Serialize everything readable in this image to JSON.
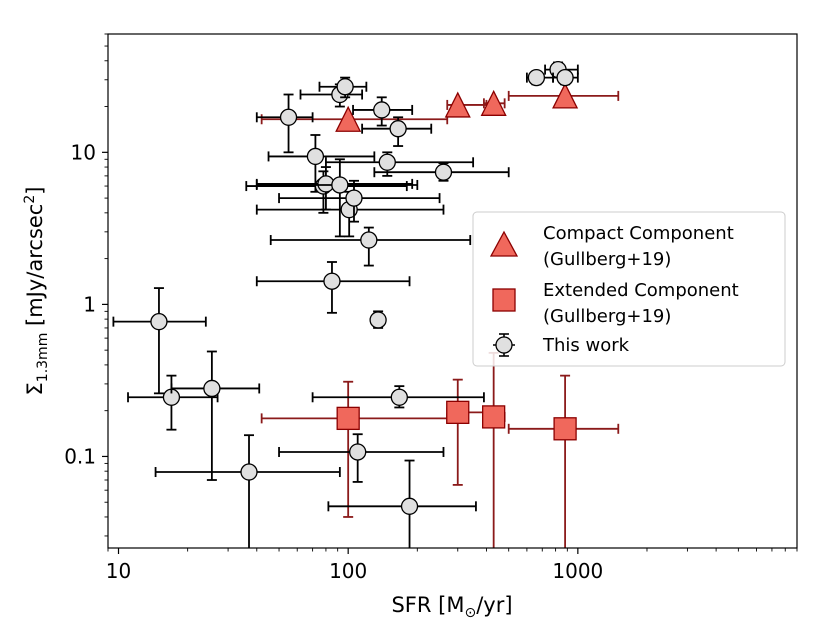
{
  "chart_data": {
    "type": "scatter",
    "xlabel": {
      "main": "SFR [M",
      "sub": "⊙",
      "tail": "/yr]"
    },
    "ylabel": {
      "main": "Σ",
      "sub": "1.3mm",
      "mid": " [mJy/arcsec",
      "sup": "2",
      "tail": "]"
    },
    "x_scale": "log",
    "y_scale": "log",
    "xlim": [
      9,
      9000
    ],
    "ylim": [
      0.025,
      60
    ],
    "x_ticks": [
      {
        "value": 10,
        "label": "10"
      },
      {
        "value": 100,
        "label": "100"
      },
      {
        "value": 1000,
        "label": "1000"
      }
    ],
    "y_ticks": [
      {
        "value": 0.1,
        "label": "0.1"
      },
      {
        "value": 1,
        "label": "1"
      },
      {
        "value": 10,
        "label": "10"
      }
    ],
    "grid": false,
    "legend_position": "right",
    "legend": [
      {
        "label_line1": "Compact Component",
        "label_line2": "(Gullberg+19)",
        "marker": "triangle"
      },
      {
        "label_line1": "Extended Component",
        "label_line2": "(Gullberg+19)",
        "marker": "square"
      },
      {
        "label_line1": "This work",
        "label_line2": "",
        "marker": "circle"
      }
    ],
    "series": [
      {
        "name": "Compact Component (Gullberg+19)",
        "marker": "triangle",
        "face_color": "#f0685c",
        "edge_color": "#8b0000",
        "err_color": "#8b1a1a",
        "points": [
          {
            "x": 100,
            "y": 16.5,
            "xerr": [
              42,
              270
            ],
            "yerr": [
              16.5,
              16.5
            ]
          },
          {
            "x": 300,
            "y": 20.5,
            "xerr": [
              270,
              400
            ],
            "yerr": [
              20.5,
              20.5
            ]
          },
          {
            "x": 430,
            "y": 21,
            "xerr": [
              390,
              480
            ],
            "yerr": [
              21,
              21
            ]
          },
          {
            "x": 880,
            "y": 23.5,
            "xerr": [
              500,
              1500
            ],
            "yerr": [
              23.5,
              23.5
            ]
          }
        ]
      },
      {
        "name": "Extended Component (Gullberg+19)",
        "marker": "square",
        "face_color": "#f0685c",
        "edge_color": "#8b0000",
        "err_color": "#8b1a1a",
        "points": [
          {
            "x": 100,
            "y": 0.178,
            "xerr": [
              42,
              270
            ],
            "yerr": [
              0.04,
              0.31
            ]
          },
          {
            "x": 300,
            "y": 0.195,
            "xerr": [
              270,
              400
            ],
            "yerr": [
              0.065,
              0.32
            ]
          },
          {
            "x": 430,
            "y": 0.182,
            "xerr": [
              390,
              480
            ],
            "yerr": [
              0.02,
              0.48
            ]
          },
          {
            "x": 880,
            "y": 0.152,
            "xerr": [
              500,
              1500
            ],
            "yerr": [
              0.02,
              0.34
            ]
          }
        ]
      },
      {
        "name": "This work",
        "marker": "circle",
        "face_color": "#e0e0e0",
        "edge_color": "#000000",
        "err_color": "#000000",
        "points": [
          {
            "x": 15,
            "y": 0.77,
            "xerr": [
              9.5,
              24
            ],
            "yerr": [
              0.26,
              1.28
            ]
          },
          {
            "x": 17,
            "y": 0.245,
            "xerr": [
              11,
              27
            ],
            "yerr": [
              0.15,
              0.34
            ]
          },
          {
            "x": 25.5,
            "y": 0.28,
            "xerr": [
              17,
              41
            ],
            "yerr": [
              0.07,
              0.49
            ]
          },
          {
            "x": 37,
            "y": 0.079,
            "xerr": [
              14.5,
              92
            ],
            "yerr": [
              0.02,
              0.138
            ]
          },
          {
            "x": 55,
            "y": 17,
            "xerr": [
              40,
              70
            ],
            "yerr": [
              10,
              24
            ]
          },
          {
            "x": 72,
            "y": 9.4,
            "xerr": [
              45,
              130
            ],
            "yerr": [
              5.5,
              13
            ]
          },
          {
            "x": 78,
            "y": 6,
            "xerr": [
              36,
              180
            ],
            "yerr": [
              4,
              7.5
            ]
          },
          {
            "x": 80,
            "y": 6.2,
            "xerr": [
              40,
              190
            ],
            "yerr": [
              4.2,
              8
            ]
          },
          {
            "x": 85,
            "y": 1.42,
            "xerr": [
              40,
              185
            ],
            "yerr": [
              0.88,
              1.9
            ]
          },
          {
            "x": 92,
            "y": 24,
            "xerr": [
              62,
              115
            ],
            "yerr": [
              20,
              28
            ]
          },
          {
            "x": 92,
            "y": 6.1,
            "xerr": [
              40,
              200
            ],
            "yerr": [
              2.8,
              9
            ]
          },
          {
            "x": 97,
            "y": 27,
            "xerr": [
              75,
              120
            ],
            "yerr": [
              23,
              31
            ]
          },
          {
            "x": 101,
            "y": 4.2,
            "xerr": [
              40,
              260
            ],
            "yerr": [
              2.8,
              5.5
            ]
          },
          {
            "x": 106,
            "y": 5,
            "xerr": [
              50,
              250
            ],
            "yerr": [
              3.5,
              6.5
            ]
          },
          {
            "x": 110,
            "y": 0.107,
            "xerr": [
              50,
              260
            ],
            "yerr": [
              0.068,
              0.14
            ]
          },
          {
            "x": 123,
            "y": 2.65,
            "xerr": [
              46,
              340
            ],
            "yerr": [
              1.8,
              3.2
            ]
          },
          {
            "x": 135,
            "y": 0.79,
            "xerr": [
              135,
              135
            ],
            "yerr": [
              0.7,
              0.9
            ]
          },
          {
            "x": 140,
            "y": 19,
            "xerr": [
              105,
              190
            ],
            "yerr": [
              15,
              23
            ]
          },
          {
            "x": 148,
            "y": 8.6,
            "xerr": [
              80,
              350
            ],
            "yerr": [
              7,
              10
            ]
          },
          {
            "x": 165,
            "y": 14.3,
            "xerr": [
              115,
              230
            ],
            "yerr": [
              11,
              17
            ]
          },
          {
            "x": 167,
            "y": 0.245,
            "xerr": [
              70,
              390
            ],
            "yerr": [
              0.21,
              0.29
            ]
          },
          {
            "x": 185,
            "y": 0.047,
            "xerr": [
              82,
              360
            ],
            "yerr": [
              0.02,
              0.094
            ]
          },
          {
            "x": 260,
            "y": 7.4,
            "xerr": [
              130,
              500
            ],
            "yerr": [
              6.5,
              8.5
            ]
          },
          {
            "x": 660,
            "y": 31,
            "xerr": [
              600,
              780
            ],
            "yerr": [
              28,
              34
            ]
          },
          {
            "x": 820,
            "y": 35,
            "xerr": [
              720,
              1000
            ],
            "yerr": [
              32,
              39
            ]
          },
          {
            "x": 880,
            "y": 31,
            "xerr": [
              780,
              1000
            ],
            "yerr": [
              28,
              34
            ]
          }
        ]
      }
    ]
  }
}
